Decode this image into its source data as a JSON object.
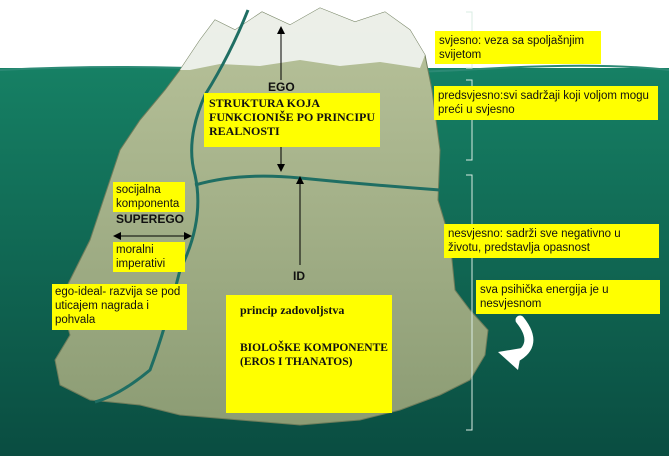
{
  "diagram": {
    "labels": {
      "ego": "EGO",
      "superego": "SUPEREGO",
      "id": "ID"
    },
    "boxes": {
      "svjesno": "svjesno: veza sa spoljašnjim svijetom",
      "predsvjesno": "predsvjesno:svi sadržaji koji  voljom mogu preći u svjesno",
      "nesvjesno": "nesvjesno: sadrži sve negativno u životu, predstavlja opasnost",
      "psihicka": "sva psihička energija je u nesvjesnom",
      "struktura": "STRUKTURA KOJA FUNKCIONIŠE PO PRINCIPU REALNOSTI",
      "socijalna": "socijalna komponenta",
      "moralni": "moralni imperativi",
      "egoideal": "ego-ideal- razvija se pod uticajem nagrada i pohvala",
      "princip": "princip zadovoljstva",
      "bioloske": "BIOLOŠKE KOMPONENTE (EROS I THANATOS)"
    }
  },
  "colors": {
    "sky": "#ffffff",
    "water": "#12705c",
    "water_deep": "#0b4f42",
    "iceberg": "#a9b58c",
    "snow": "#eef1ec",
    "boundary": "#1f6e63",
    "highlight": "#ffff00"
  }
}
